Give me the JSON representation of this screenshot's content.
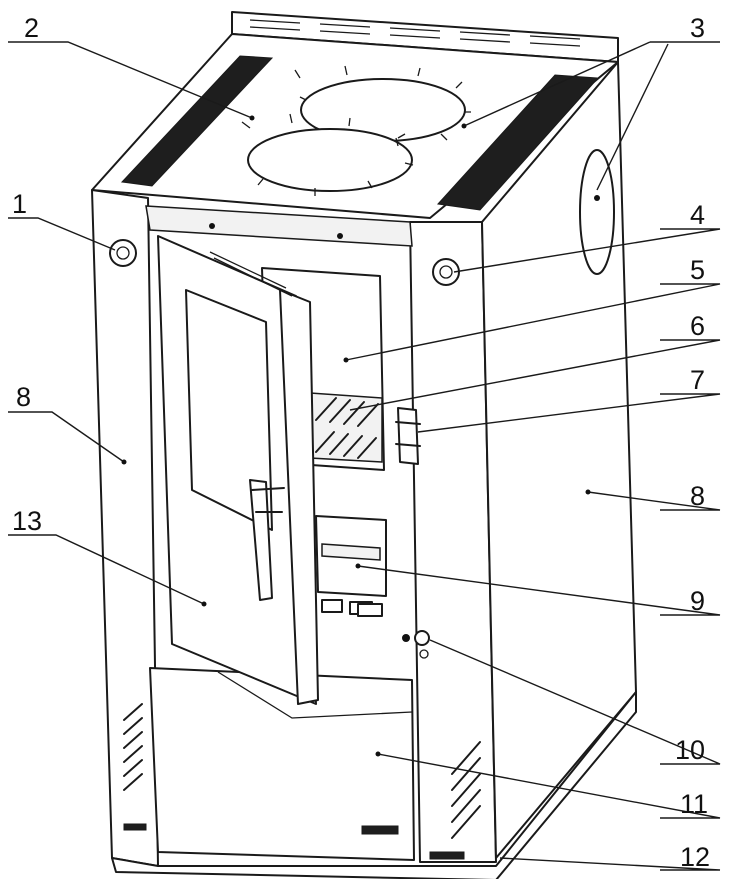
{
  "callouts": [
    {
      "id": "c1",
      "number": "1"
    },
    {
      "id": "c2",
      "number": "2"
    },
    {
      "id": "c3",
      "number": "3"
    },
    {
      "id": "c4",
      "number": "4"
    },
    {
      "id": "c5",
      "number": "5"
    },
    {
      "id": "c6",
      "number": "6"
    },
    {
      "id": "c7",
      "number": "7"
    },
    {
      "id": "c8a",
      "number": "8"
    },
    {
      "id": "c8b",
      "number": "8"
    },
    {
      "id": "c9",
      "number": "9"
    },
    {
      "id": "c10",
      "number": "10"
    },
    {
      "id": "c11",
      "number": "11"
    },
    {
      "id": "c12",
      "number": "12"
    },
    {
      "id": "c13",
      "number": "13"
    }
  ],
  "colors": {
    "line": "#1a1a1a",
    "vent": "#1e1e1e",
    "background": "#ffffff"
  }
}
